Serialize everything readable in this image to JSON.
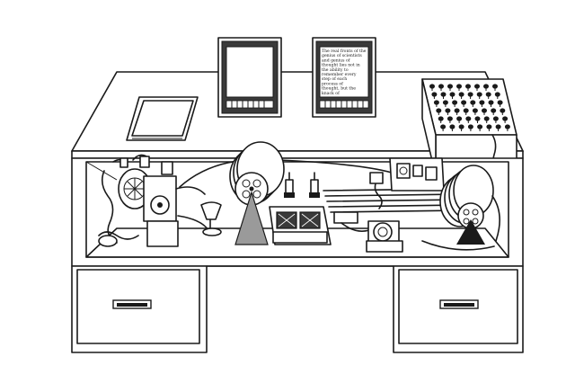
{
  "screen_text_lines": [
    "The real fronts of the",
    "genius of scientists",
    "and genius of",
    "thought lies not in",
    "the ability to",
    "remember every",
    "step of each",
    "process of",
    "thought, but the",
    "knack of"
  ],
  "colors": {
    "ink": "#1a1a1a",
    "paper": "#ffffff",
    "shade": "#9a9a9a"
  }
}
